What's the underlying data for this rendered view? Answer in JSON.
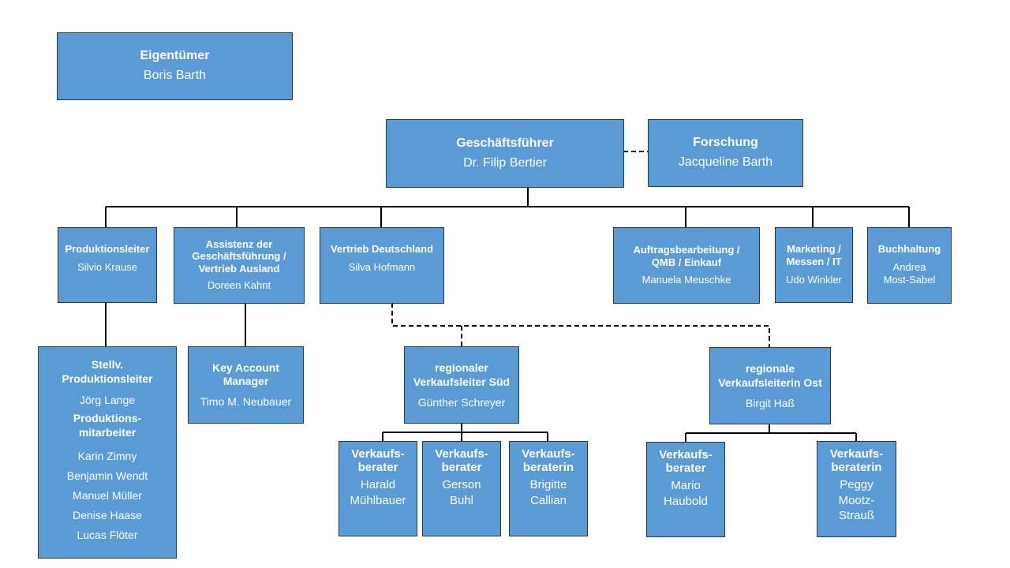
{
  "nodes": {
    "owner": {
      "title": "Eigentümer",
      "name": "Boris Barth"
    },
    "ceo": {
      "title": "Geschäftsführer",
      "name": "Dr. Filip Bertier"
    },
    "research": {
      "title": "Forschung",
      "name": "Jacqueline Barth"
    },
    "production_head": {
      "title": "Produktionsleiter",
      "name": "Silvio Krause"
    },
    "assistant": {
      "title": "Assistenz der\nGeschäftsführung /\nVertrieb Ausland",
      "name": "Doreen Kahnt"
    },
    "sales_de": {
      "title": "Vertrieb Deutschland",
      "name": "Silva Hofmann"
    },
    "orders": {
      "title": "Auftragsbearbeitung /\nQMB / Einkauf",
      "name": "Manuela Meuschke"
    },
    "marketing": {
      "title": "Marketing /\nMessen / IT",
      "name": "Udo Winkler"
    },
    "accounting": {
      "title": "Buchhaltung",
      "name": "Andrea\nMost-Sabel"
    },
    "deputy": {
      "title": "Stellv.\nProduktionsleiter",
      "name": "Jörg Lange",
      "sub_title": "Produktions-\nmitarbeiter",
      "members": [
        "Karin Zimny",
        "Benjamin Wendt",
        "Manuel Müller",
        "Denise Haase",
        "Lucas Flöter"
      ]
    },
    "key_account": {
      "title": "Key Account\nManager",
      "name": "Timo M. Neubauer"
    },
    "regional_south": {
      "title": "regionaler\nVerkaufsleiter Süd",
      "name": "Günther Schreyer"
    },
    "regional_east": {
      "title": "regionale\nVerkaufsleiterin Ost",
      "name": "Birgit Haß"
    },
    "advisor_1": {
      "title": "Verkaufs-\nberater",
      "name": "Harald\nMühlbauer"
    },
    "advisor_2": {
      "title": "Verkaufs-\nberater",
      "name": "Gerson\nBuhl"
    },
    "advisor_3": {
      "title": "Verkaufs-\nberaterin",
      "name": "Brigitte\nCallian"
    },
    "advisor_4": {
      "title": "Verkaufs-\nberater",
      "name": "Mario\nHaubold"
    },
    "advisor_5": {
      "title": "Verkaufs-\nberaterin",
      "name": "Peggy\nMootz-\nStrauß"
    }
  }
}
